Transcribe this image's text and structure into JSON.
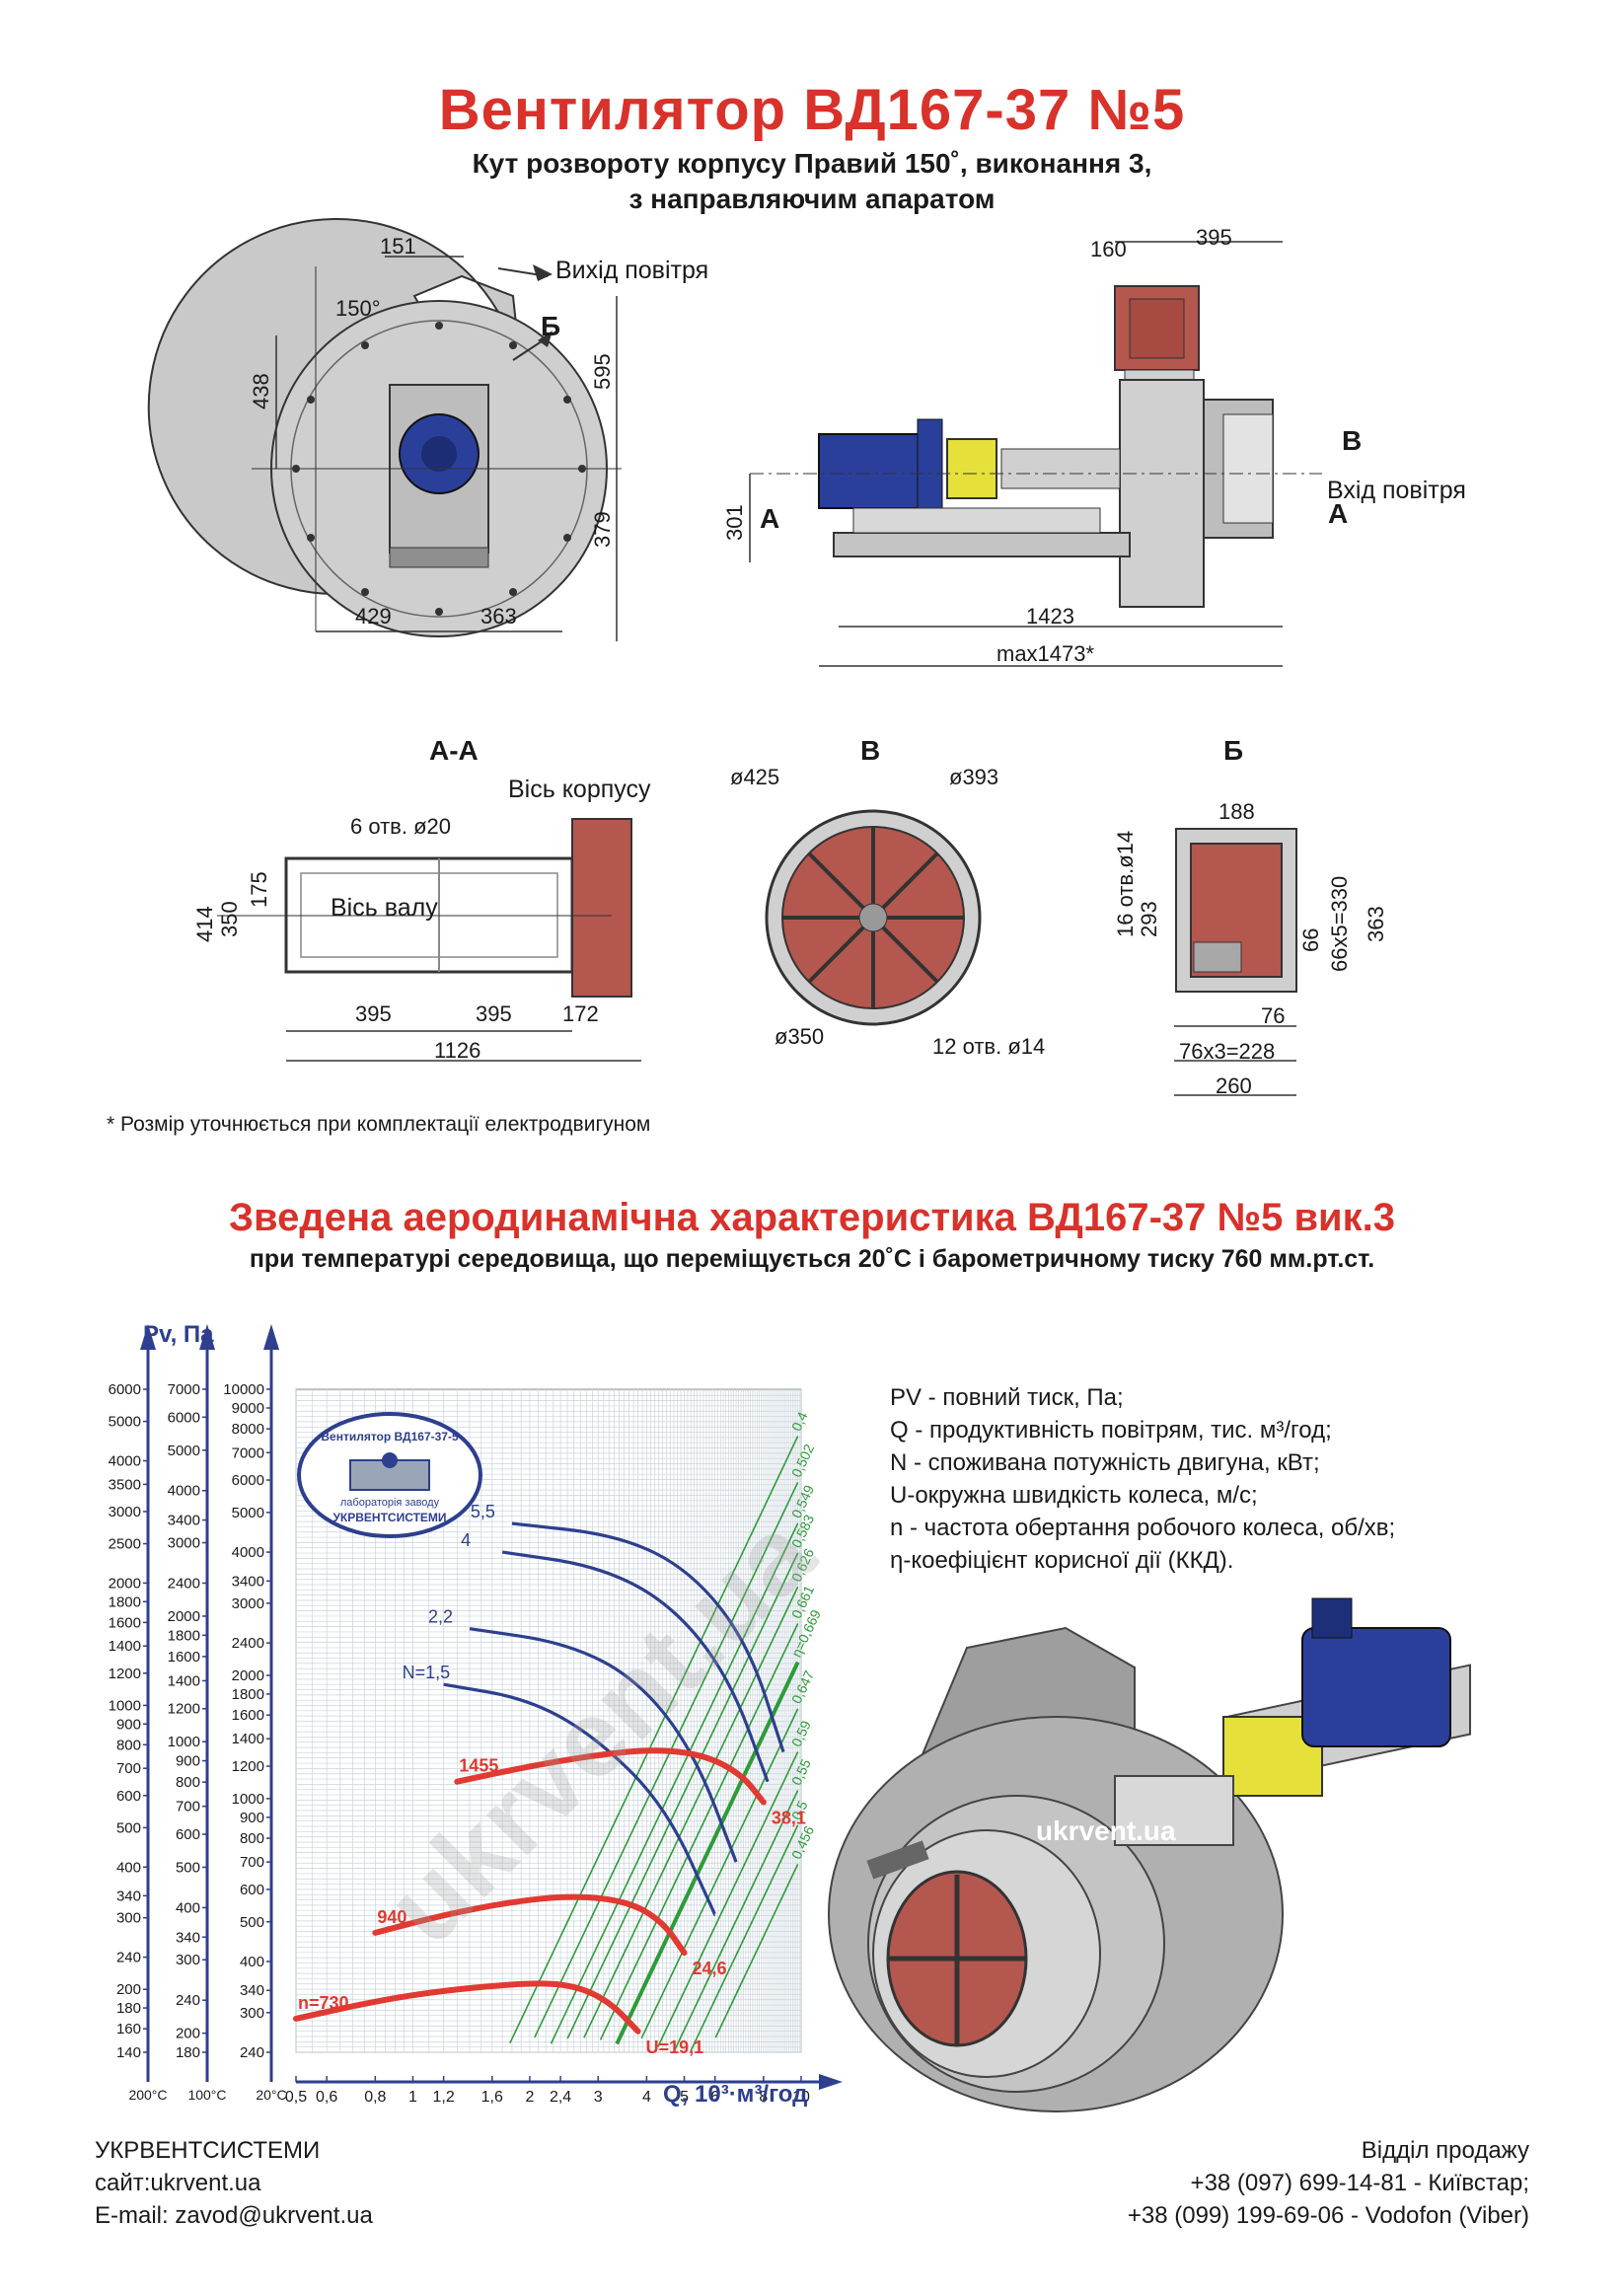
{
  "header": {
    "title": "Вентилятор  ВД167-37 №5",
    "subtitle_1": "Кут розвороту корпусу Правий 150˚, виконання 3,",
    "subtitle_2": "з направляючим апаратом"
  },
  "drawing_front": {
    "dims": [
      "151",
      "150°",
      "438",
      "595",
      "379",
      "429",
      "363"
    ],
    "air_out": "Вихід повітря",
    "mark": "Б"
  },
  "drawing_side": {
    "dims": [
      "160",
      "395",
      "301",
      "1423",
      "max1473*"
    ],
    "mark_a": "А",
    "mark_b": "В",
    "air_in": "Вхід повітря"
  },
  "section_aa": {
    "title": "А-А",
    "axis_body": "Вісь корпусу",
    "holes": "6 отв. ø20",
    "axis_shaft": "Вісь валу",
    "dims": [
      "414",
      "350",
      "175",
      "395",
      "395",
      "172",
      "1126"
    ]
  },
  "section_v": {
    "title": "В",
    "dims": [
      "ø425",
      "ø393",
      "ø350",
      "12 отв. ø14"
    ]
  },
  "section_b": {
    "title": "Б",
    "dims": [
      "188",
      "16 отв.ø14",
      "293",
      "66",
      "66x5=330",
      "363",
      "76",
      "76x3=228",
      "260"
    ]
  },
  "watermark": "ukrvent.ua",
  "footnote": "* Розмір уточнюється при комплектації електродвигуном",
  "chart_section": {
    "title": "Зведена аеродинамічна характеристика ВД167-37 №5 вик.3",
    "subtitle": "при температурі середовища, що переміщується 20˚С і барометричному тиску 760 мм.рт.ст."
  },
  "chart_data": {
    "type": "line",
    "title": "",
    "xlabel": "Q, 10³·м³/год",
    "ylabel": "Pv, Па",
    "x_scale": "log",
    "y_scale": "log",
    "xlim": [
      0.5,
      10
    ],
    "ylim": [
      240,
      10000
    ],
    "x_ticks": [
      "0,5",
      "0,6",
      "0,8",
      "1",
      "1,2",
      "1,6",
      "2",
      "2,4",
      "3",
      "4",
      "5",
      "6",
      "8",
      "10"
    ],
    "x_tick_values": [
      0.5,
      0.6,
      0.8,
      1,
      1.2,
      1.6,
      2,
      2.4,
      3,
      4,
      5,
      6,
      8,
      10
    ],
    "x_temp_labels": [
      "200°C",
      "100°C",
      "20°C"
    ],
    "y_axis_20C": {
      "label": "20°C",
      "ticks": [
        240,
        300,
        340,
        400,
        500,
        600,
        700,
        800,
        900,
        1000,
        1200,
        1400,
        1600,
        1800,
        2000,
        2400,
        3000,
        3400,
        4000,
        5000,
        6000,
        7000,
        8000,
        9000,
        10000
      ]
    },
    "y_axis_100C": {
      "label": "100°C",
      "ticks": [
        180,
        200,
        240,
        300,
        340,
        400,
        500,
        600,
        700,
        800,
        900,
        1000,
        1200,
        1400,
        1600,
        1800,
        2000,
        2400,
        3000,
        3400,
        4000,
        5000,
        6000,
        7000
      ]
    },
    "y_axis_200C": {
      "label": "200°C",
      "ticks": [
        140,
        160,
        180,
        200,
        240,
        300,
        340,
        400,
        500,
        600,
        700,
        800,
        900,
        1000,
        1200,
        1400,
        1600,
        1800,
        2000,
        2500,
        3000,
        3500,
        4000,
        5000,
        6000
      ]
    },
    "series": [
      {
        "name": "n=730",
        "end_label": "U=19,1",
        "x": [
          0.5,
          0.8,
          1.2,
          2.0,
          2.6,
          3.2,
          3.8
        ],
        "y": [
          290,
          320,
          340,
          355,
          350,
          320,
          270
        ]
      },
      {
        "name": "940",
        "end_label": "24,6",
        "x": [
          0.8,
          1.2,
          1.8,
          2.6,
          3.6,
          4.4,
          5.0
        ],
        "y": [
          470,
          520,
          560,
          580,
          560,
          500,
          420
        ]
      },
      {
        "name": "1455",
        "end_label": "38,1",
        "x": [
          1.3,
          2.0,
          3.0,
          4.2,
          5.6,
          7.0,
          8.0
        ],
        "y": [
          1100,
          1200,
          1280,
          1320,
          1280,
          1150,
          980
        ]
      }
    ],
    "power_curves": [
      {
        "name": "N=1,5",
        "x": [
          1.2,
          2.0,
          3.0,
          4.5,
          6.0
        ],
        "y": [
          1900,
          1750,
          1400,
          950,
          520
        ]
      },
      {
        "name": "2,2",
        "x": [
          1.4,
          2.5,
          3.8,
          5.3,
          6.8
        ],
        "y": [
          2600,
          2400,
          1950,
          1300,
          700
        ]
      },
      {
        "name": "4",
        "x": [
          1.7,
          3.0,
          4.6,
          6.5,
          8.2
        ],
        "y": [
          4000,
          3700,
          3000,
          2000,
          1100
        ]
      },
      {
        "name": "5,5",
        "x": [
          1.8,
          3.4,
          5.2,
          7.3,
          9.0
        ],
        "y": [
          4700,
          4400,
          3600,
          2400,
          1300
        ]
      }
    ],
    "efficiency_lines": [
      "0,4",
      "0,502",
      "0,549",
      "0,583",
      "0,626",
      "0,661",
      "η=0,669",
      "0,647",
      "0,59",
      "0,55",
      "0,5",
      "0,456"
    ],
    "logo_text": {
      "top": "Вентилятор ВД167-37-5",
      "middle": "лабораторія заводу",
      "bottom": "УКРВЕНТСИСТЕМИ"
    },
    "grid": true
  },
  "legend": {
    "pv": "PV - повний тиск, Па;",
    "q": "Q - продуктивність повітрям, тис. м³/год;",
    "n": "N - споживана потужність двигуна, кВт;",
    "u": "U-окружна швидкість колеса, м/с;",
    "rpm": "n - частота обертання робочого колеса, об/хв;",
    "eta": "η-коефіцієнт корисної дії (ККД)."
  },
  "footer": {
    "company": "УКРВЕНТСИСТЕМИ",
    "site": "сайт:ukrvent.ua",
    "email": "E-mail: zavod@ukrvent.ua",
    "sales": "Відділ продажу",
    "phone1": "+38 (097) 699-14-81 - Київстар;",
    "phone2": "+38 (099) 199-69-06 - Vodofon (Viber)"
  },
  "colors": {
    "accent_red": "#d8322b",
    "curve_red": "#e03a32",
    "power_blue": "#2d3f8e",
    "eff_green": "#2e9b3a",
    "grid": "#c9d4dc",
    "casing_red": "#b4574f",
    "motor_blue": "#2a3f9a",
    "coupling_yellow": "#e6e03b"
  }
}
